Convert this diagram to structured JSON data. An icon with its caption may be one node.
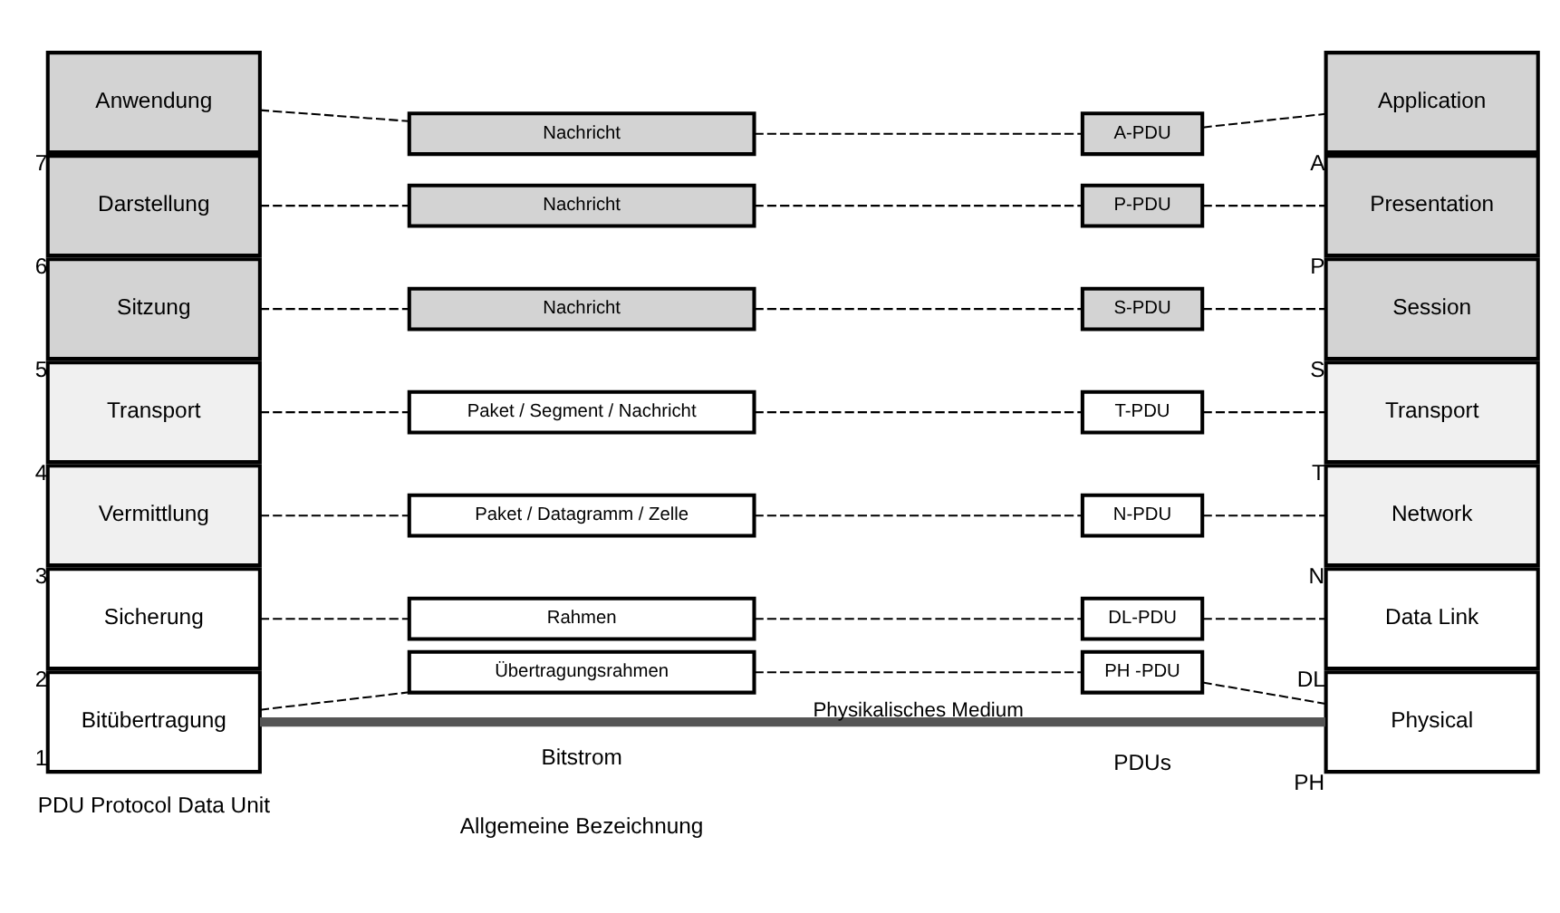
{
  "diagram": {
    "nodes": [
      {
        "text": [
          "Anwendung"
        ],
        "beside": [
          "7"
        ]
      },
      {
        "text": [
          "Nachricht"
        ]
      },
      {
        "text": [
          "A-PDU"
        ]
      },
      {
        "text": [
          "Application"
        ],
        "beside": [
          "A"
        ]
      },
      {
        "text": [
          "Darstellung"
        ],
        "beside": [
          "6"
        ]
      },
      {
        "text": [
          "Nachricht"
        ]
      },
      {
        "text": [
          "P-PDU"
        ]
      },
      {
        "text": [
          "Presentation"
        ],
        "beside": [
          "P"
        ]
      },
      {
        "text": [
          "Sitzung"
        ],
        "beside": [
          "5"
        ]
      },
      {
        "text": [
          "Nachricht"
        ]
      },
      {
        "text": [
          "S-PDU"
        ]
      },
      {
        "text": [
          "Session"
        ],
        "beside": [
          "S"
        ]
      },
      {
        "text": [
          "Transport"
        ],
        "beside": [
          "4"
        ]
      },
      {
        "text": [
          "Paket / Segment / Nachricht"
        ]
      },
      {
        "text": [
          "T-PDU"
        ]
      },
      {
        "text": [
          "Transport"
        ],
        "beside": [
          "T"
        ]
      },
      {
        "text": [
          "Vermittlung"
        ],
        "beside": [
          "3"
        ]
      },
      {
        "text": [
          "Paket / Datagramm / Zelle"
        ]
      },
      {
        "text": [
          "N-PDU"
        ]
      },
      {
        "text": [
          "Network"
        ],
        "beside": [
          "N"
        ]
      },
      {
        "text": [
          "Sicherung"
        ],
        "beside": [
          "2"
        ]
      },
      {
        "text": [
          "Rahmen"
        ]
      },
      {
        "text": [
          "DL-PDU"
        ]
      },
      {
        "text": [
          "Data Link"
        ],
        "beside": [
          "DL"
        ]
      },
      {
        "text": [
          "Bitübertragung"
        ],
        "beside": [
          "1"
        ]
      },
      {
        "text": [
          "Übertragungsrahmen"
        ]
      },
      {
        "text": [
          "PH -PDU"
        ]
      },
      {
        "text": [
          "Physical"
        ],
        "beside": [
          "PH"
        ]
      }
    ],
    "edges": [
      {
        "from": 0,
        "to": 1,
        "arrow": "none",
        "style": "dashed"
      },
      {
        "from": 1,
        "to": 2,
        "arrow": "none",
        "style": "dashed"
      },
      {
        "from": 2,
        "to": 3,
        "arrow": "none",
        "style": "dashed"
      },
      {
        "from": 4,
        "to": 5,
        "arrow": "none",
        "style": "dashed"
      },
      {
        "from": 5,
        "to": 6,
        "arrow": "none",
        "style": "dashed"
      },
      {
        "from": 6,
        "to": 7,
        "arrow": "none",
        "style": "dashed"
      },
      {
        "from": 8,
        "to": 9,
        "arrow": "none",
        "style": "dashed"
      },
      {
        "from": 9,
        "to": 10,
        "arrow": "none",
        "style": "dashed"
      },
      {
        "from": 10,
        "to": 11,
        "arrow": "none",
        "style": "dashed"
      },
      {
        "from": 12,
        "to": 13,
        "arrow": "none",
        "style": "dashed"
      },
      {
        "from": 13,
        "to": 14,
        "arrow": "none",
        "style": "dashed"
      },
      {
        "from": 14,
        "to": 15,
        "arrow": "none",
        "style": "dashed"
      },
      {
        "from": 16,
        "to": 17,
        "arrow": "none",
        "style": "dashed"
      },
      {
        "from": 17,
        "to": 18,
        "arrow": "none",
        "style": "dashed"
      },
      {
        "from": 18,
        "to": 19,
        "arrow": "none",
        "style": "dashed"
      },
      {
        "from": 20,
        "to": 21,
        "arrow": "none",
        "style": "dashed"
      },
      {
        "from": 21,
        "to": 22,
        "arrow": "none",
        "style": "dashed"
      },
      {
        "from": 22,
        "to": 23,
        "arrow": "none",
        "style": "dashed"
      },
      {
        "from": 24,
        "to": 25,
        "arrow": "none",
        "style": "dashed"
      },
      {
        "from": 25,
        "to": 26,
        "arrow": "none",
        "style": "dashed"
      },
      {
        "from": 26,
        "to": 27,
        "arrow": "none",
        "style": "dashed"
      },
      {
        "from": 24,
        "to": 27,
        "arrow": "none",
        "style": "thick",
        "color": "#555555",
        "label": "Physikalisches Medium"
      }
    ],
    "labels": [
      "Allgemeine Bezeichnung",
      "PDUs",
      "Bitstrom",
      "PDU Protocol Data Unit"
    ]
  }
}
